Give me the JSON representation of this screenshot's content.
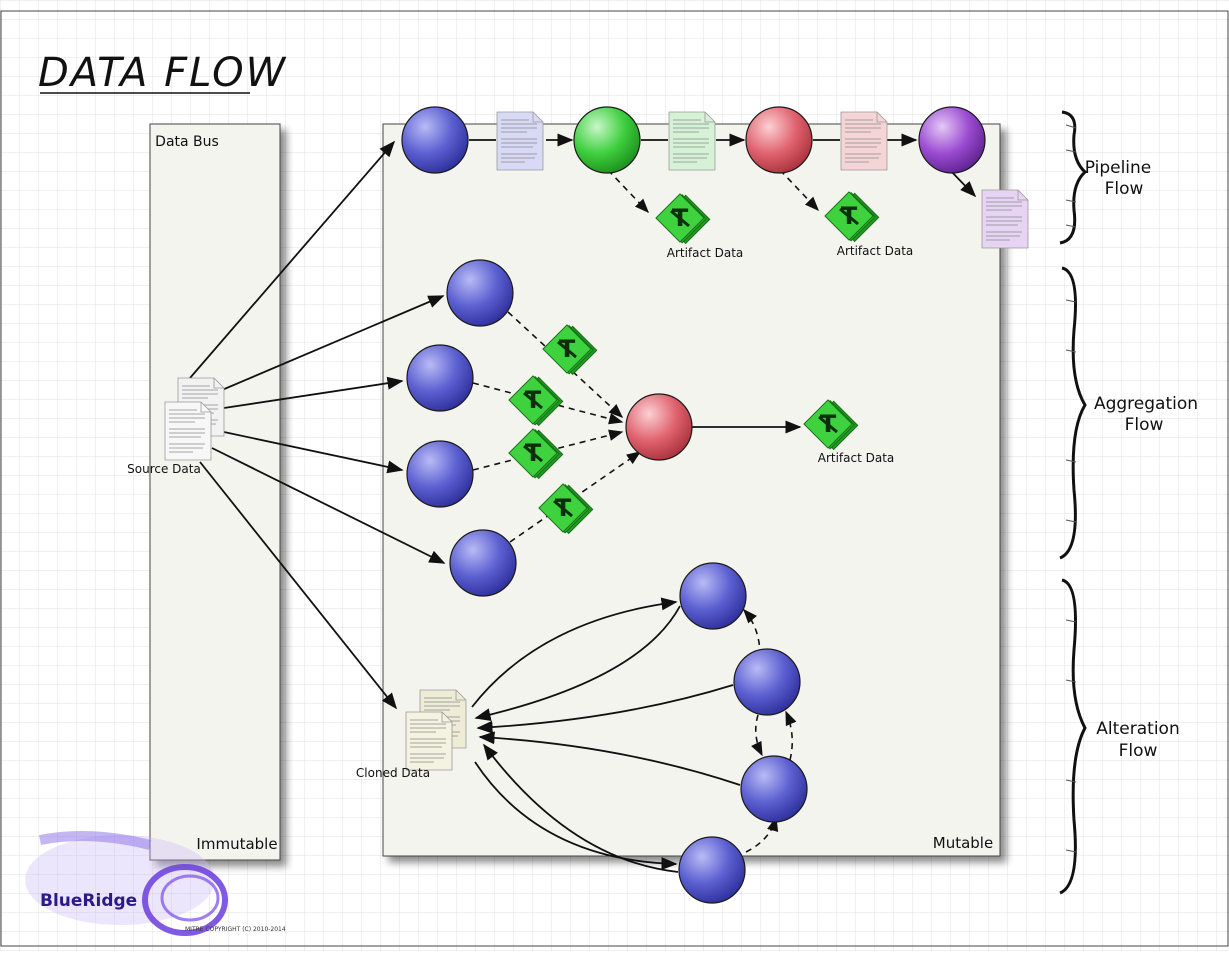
{
  "title": "DATA FLOW",
  "panels": {
    "bus_title": "Data Bus",
    "immutable": "Immutable",
    "mutable": "Mutable"
  },
  "labels": {
    "source": "Source Data",
    "cloned": "Cloned Data",
    "artifact_1": "Artifact Data",
    "artifact_2": "Artifact Data",
    "artifact_3": "Artifact Data"
  },
  "brackets": {
    "pipeline_1": "Pipeline",
    "pipeline_2": "Flow",
    "aggregation_1": "Aggregation",
    "aggregation_2": "Flow",
    "alteration_1": "Alteration",
    "alteration_2": "Flow"
  },
  "logo": {
    "text": "BlueRidge",
    "copyright": "MITRE COPYRIGHT (C) 2010-2014"
  },
  "colors": {
    "blue_node": "#5b5fd0",
    "green_node": "#3fcf3f",
    "red_node": "#e0626e",
    "purple_node": "#9b4bd0",
    "artifact_green": "#2fbf2f"
  }
}
